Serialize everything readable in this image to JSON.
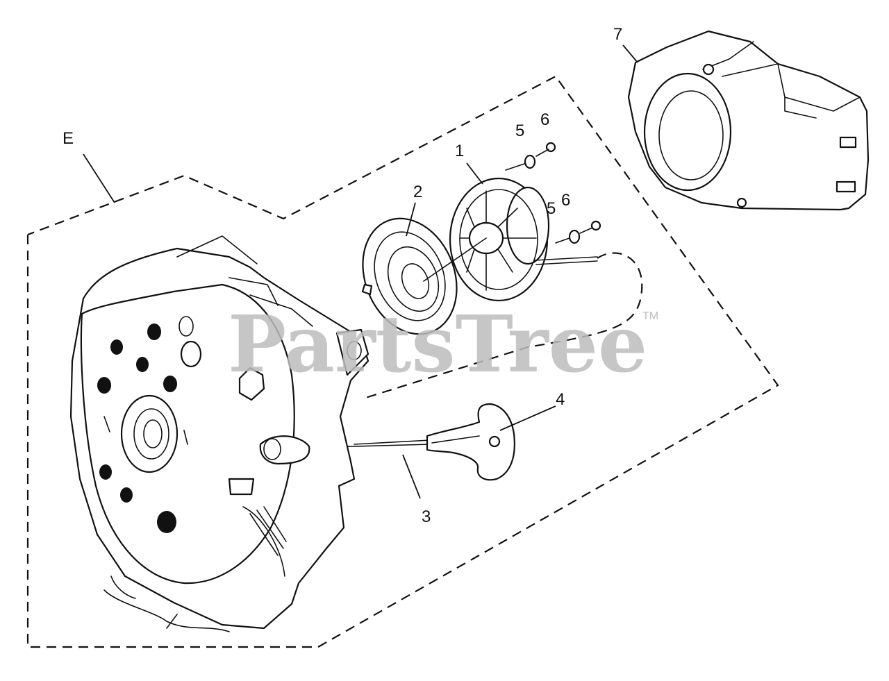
{
  "diagram": {
    "callouts": {
      "group": "E",
      "pulley": "1",
      "spring": "2",
      "rope": "3",
      "handle": "4",
      "washer_top": "5",
      "screw_top": "6",
      "washer_mid": "5",
      "screw_mid": "6",
      "cover": "7"
    },
    "watermark": {
      "text": "PartsTree",
      "trademark": "TM"
    },
    "colors": {
      "line": "#111111",
      "watermark": "#bdbdbd",
      "background": "#ffffff"
    }
  }
}
